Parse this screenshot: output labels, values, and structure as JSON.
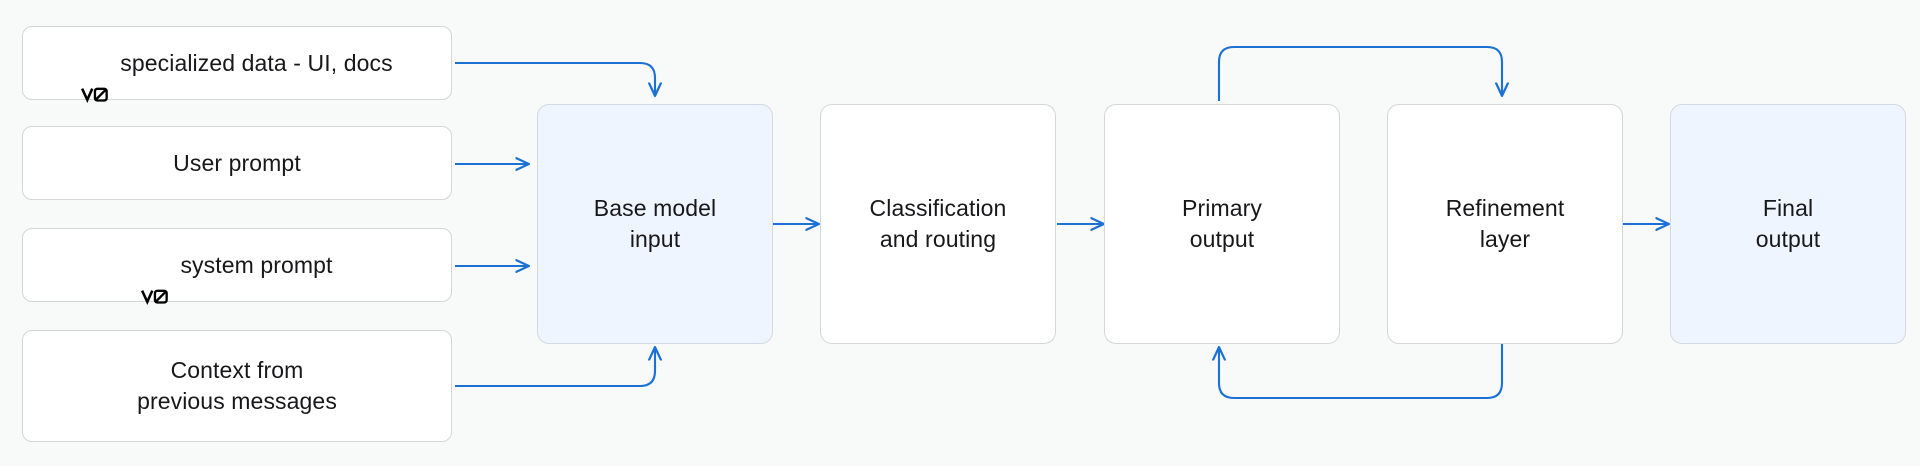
{
  "diagram": {
    "type": "flowchart",
    "background_color": "#f8f9f9",
    "edge_color": "#1b72d4",
    "node_border_color": "#d4d6d8",
    "node_fill_default": "#ffffff",
    "node_fill_accent": "#eff5fe",
    "text_color": "#18181b",
    "inputs": [
      {
        "id": "specialized-data",
        "logo": "v0-logo",
        "label": "specialized data - UI, docs"
      },
      {
        "id": "user-prompt",
        "logo": null,
        "label": "User prompt"
      },
      {
        "id": "system-prompt",
        "logo": "v0-logo",
        "label": "system prompt"
      },
      {
        "id": "context",
        "logo": null,
        "label": "Context from\nprevious messages"
      }
    ],
    "stages": [
      {
        "id": "base-model-input",
        "label": "Base model\ninput",
        "accent": true
      },
      {
        "id": "classification-and-routing",
        "label": "Classification\nand routing",
        "accent": false
      },
      {
        "id": "primary-output",
        "label": "Primary\noutput",
        "accent": false
      },
      {
        "id": "refinement-layer",
        "label": "Refinement\nlayer",
        "accent": false
      },
      {
        "id": "final-output",
        "label": "Final\noutput",
        "accent": true
      }
    ],
    "edges": [
      {
        "from": "specialized-data",
        "to": "base-model-input",
        "shape": "elbow-down"
      },
      {
        "from": "user-prompt",
        "to": "base-model-input",
        "shape": "straight"
      },
      {
        "from": "system-prompt",
        "to": "base-model-input",
        "shape": "straight"
      },
      {
        "from": "context",
        "to": "base-model-input",
        "shape": "elbow-up"
      },
      {
        "from": "base-model-input",
        "to": "classification-and-routing",
        "shape": "straight"
      },
      {
        "from": "classification-and-routing",
        "to": "primary-output",
        "shape": "straight"
      },
      {
        "from": "primary-output",
        "to": "refinement-layer",
        "shape": "loop-over-top"
      },
      {
        "from": "refinement-layer",
        "to": "primary-output",
        "shape": "loop-under-bottom"
      },
      {
        "from": "refinement-layer",
        "to": "final-output",
        "shape": "straight"
      }
    ]
  }
}
